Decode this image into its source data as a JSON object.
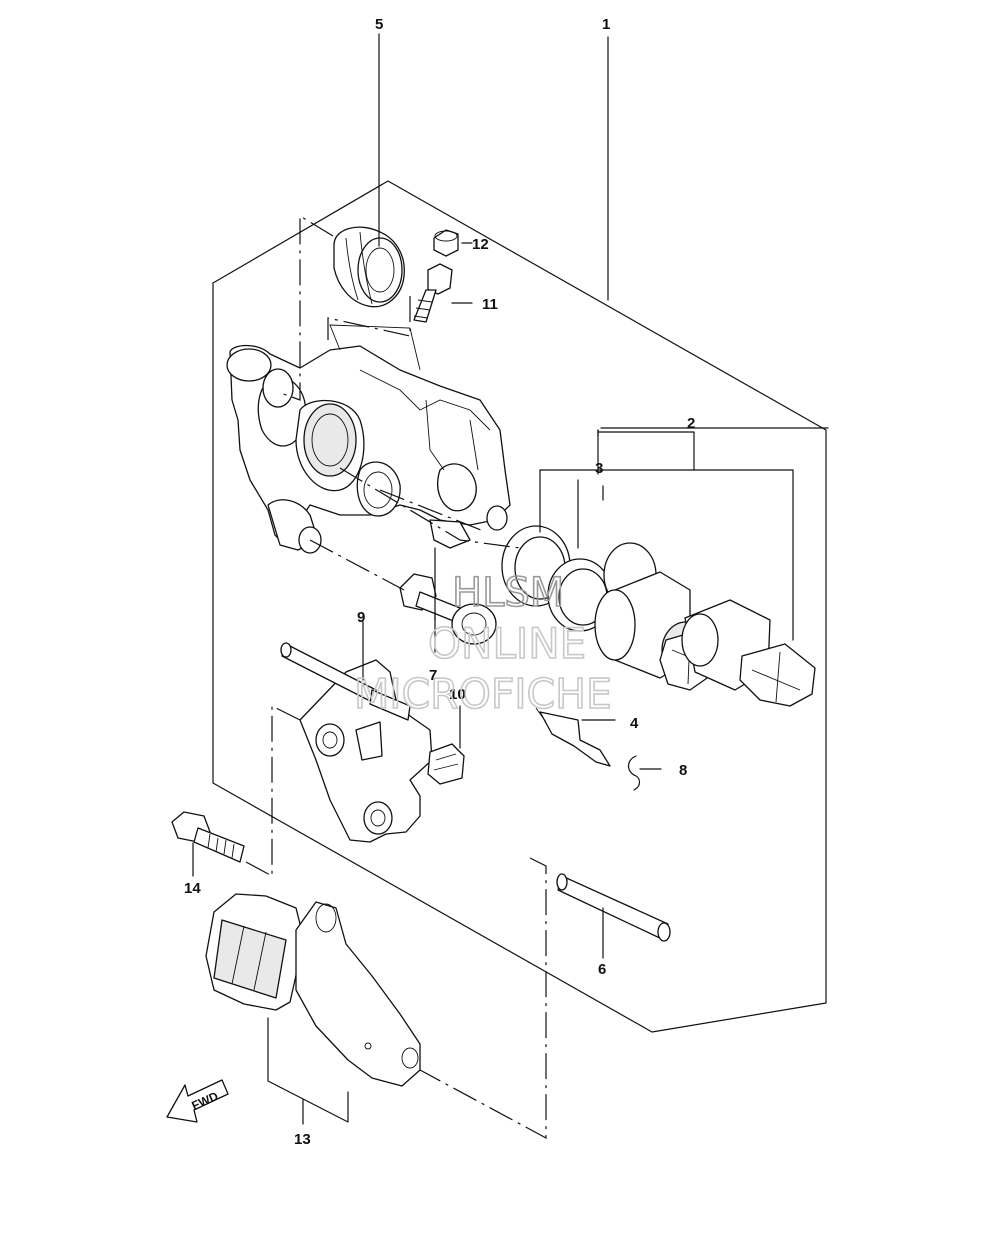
{
  "diagram": {
    "callouts": {
      "c1": "1",
      "c2": "2",
      "c3": "3",
      "c4": "4",
      "c5": "5",
      "c6": "6",
      "c7": "7",
      "c8": "8",
      "c9": "9",
      "c10": "10",
      "c11": "11",
      "c12": "12",
      "c13": "13",
      "c14": "14"
    },
    "direction_label": "FWD",
    "watermark": {
      "line1": "HLSM",
      "line2": "ONLINE",
      "line3": "MICROFICHE"
    }
  }
}
